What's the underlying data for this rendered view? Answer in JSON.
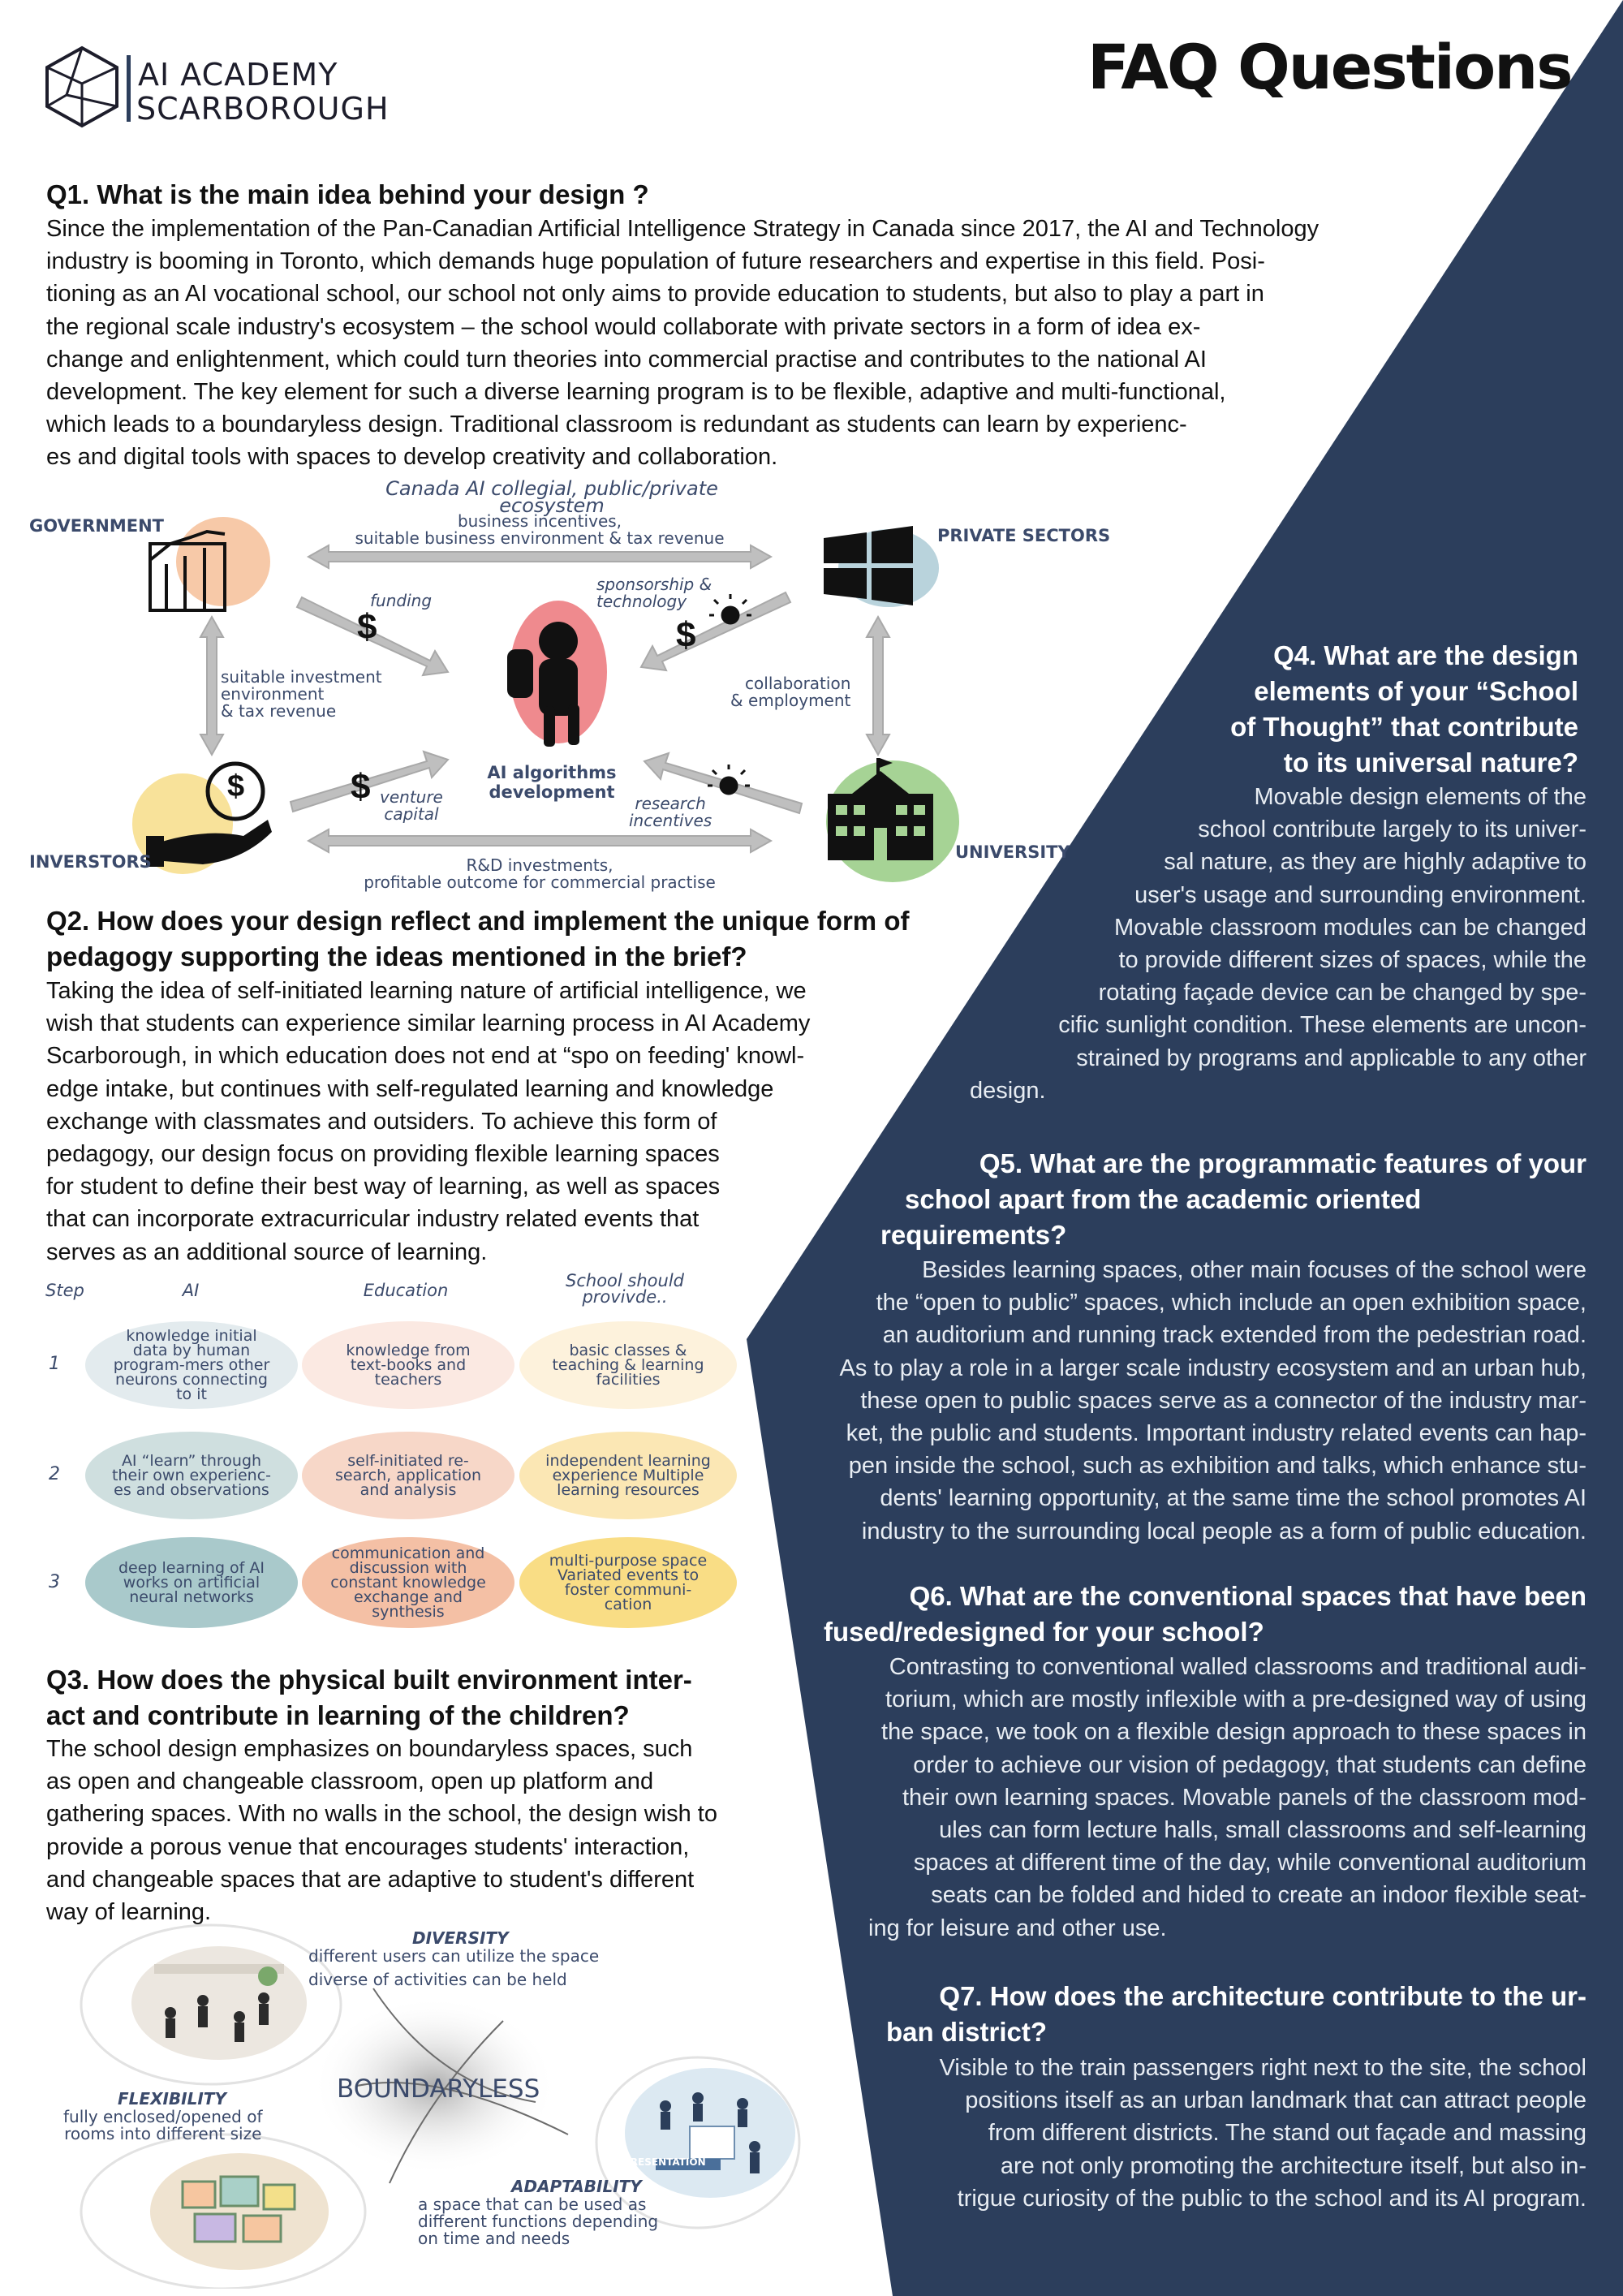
{
  "header": {
    "logo_line1": "AI  ACADEMY",
    "logo_line2": "SCARBOROUGH",
    "title": "FAQ Questions"
  },
  "colors": {
    "navy": "#2c3e5c",
    "text": "#111111",
    "diagram_text": "#3b4a6b"
  },
  "q1": {
    "question": "Q1. What is the main idea behind your design ?",
    "lines": [
      "Since the implementation of the Pan-Canadian Artificial Intelligence Strategy in Canada since 2017, the AI and Technology",
      "industry is booming in Toronto, which demands huge population of future researchers and expertise in this field. Posi-",
      "tioning as an AI vocational school, our school not only aims to provide education to students, but also to play a part in",
      "the regional scale industry's ecosystem – the school would collaborate with private sectors in a form of idea ex-",
      "change and enlightenment, which could turn theories into commercial practise and contributes to the national AI",
      "development. The key element for such a diverse learning program is to be flexible, adaptive and multi-functional,",
      "which leads to a boundaryless design. Traditional classroom is redundant as students can learn by experienc-",
      "es and digital tools with spaces to develop creativity and collaboration."
    ]
  },
  "ecosystem": {
    "title": "Canada AI collegial, public/private ecosystem",
    "government": "GOVERNMENT",
    "private": "PRIVATE SECTORS",
    "investors": "INVERSTORS",
    "university": "UNIVERSITY",
    "center1": "AI algorithms",
    "center2": "development",
    "top1": "business incentives,",
    "top2": "suitable business environment & tax revenue",
    "bottom1": "R&D investments,",
    "bottom2": "profitable outcome for commercial practise",
    "left1": "suitable investment",
    "left2": "environment",
    "left3": "& tax revenue",
    "right1": "collaboration",
    "right2": "& employment",
    "funding": "funding",
    "sponsor1": "sponsorship &",
    "sponsor2": "technology",
    "venture1": "venture",
    "venture2": "capital",
    "research1": "research",
    "research2": "incentives",
    "dollar": "$"
  },
  "q2": {
    "question_line1": "Q2. How does your design reflect and implement the unique form of",
    "question_line2": "pedagogy supporting the ideas mentioned in the brief?",
    "lines": [
      "Taking the idea of self-initiated learning nature of artificial intelligence, we",
      "wish that students can experience similar learning process in AI Academy",
      "Scarborough, in which education does not end at “spo on feeding' knowl-",
      "edge intake, but continues with self-regulated learning and knowledge",
      "exchange with classmates and outsiders. To achieve this form of",
      "pedagogy, our design focus on providing flexible learning spaces",
      "for student to define their best way of learning, as well as spaces",
      "that can incorporate extracurricular industry related events that",
      "serves as an additional source of learning."
    ]
  },
  "steps_table": {
    "head_step": "Step",
    "head_ai": "AI",
    "head_edu": "Education",
    "head_school1": "School  should",
    "head_school2": "provivde..",
    "rows": [
      {
        "n": "1",
        "ai": "knowledge initial data by human program-mers other neurons connecting to it",
        "edu": "knowledge from text-books and teachers",
        "school": "basic classes & teaching & learning facilities"
      },
      {
        "n": "2",
        "ai": "AI “learn” through their own experienc-es and observations",
        "edu": "self-initiated re-search, application and analysis",
        "school": "independent learning experience Multiple learning resources"
      },
      {
        "n": "3",
        "ai": "deep learning of AI works on artificial neural networks",
        "edu": "communication and discussion with constant knowledge exchange and synthesis",
        "school": "multi-purpose space Variated events to foster communi-cation"
      }
    ]
  },
  "q3": {
    "question_line1": "Q3. How does the physical built environment inter-",
    "question_line2": "act and contribute in learning of the children?",
    "lines": [
      "The school design emphasizes on boundaryless spaces, such",
      "as open and changeable classroom, open up platform and",
      "gathering spaces. With no walls in the school, the design wish to",
      "provide a porous venue that encourages students' interaction,",
      "and changeable spaces that are adaptive to student's different",
      "way of learning."
    ]
  },
  "boundaryless": {
    "center": "BOUNDARYLESS",
    "diversity": "DIVERSITY",
    "diversity1": "different users can utilize the space",
    "diversity2": "diverse of activities can be held",
    "flexibility": "FLEXIBILITY",
    "flexibility1": "fully enclosed/opened of",
    "flexibility2": "rooms into different size",
    "adaptability": "ADAPTABILITY",
    "adaptability1": "a space that can be used as",
    "adaptability2": "different functions depending",
    "adaptability3": "on time and needs",
    "presentation": "PRESENTATION"
  },
  "q4": {
    "question_lines": [
      "Q4. What are the design",
      "elements of your “School",
      "of Thought” that contribute",
      "to its universal nature?"
    ],
    "lines": [
      "Movable design elements of the",
      "school contribute largely to its univer-",
      "sal nature, as they are highly adaptive to",
      "user's usage and surrounding environment.",
      "Movable classroom modules can be changed",
      "to provide different sizes of spaces, while the",
      "rotating façade device can be changed by spe-",
      "cific sunlight condition. These elements are uncon-",
      "strained by programs and applicable to any other",
      "design."
    ]
  },
  "q5": {
    "question_lines": [
      "Q5. What are the programmatic features of your",
      "school apart from the academic oriented",
      "requirements?"
    ],
    "lines": [
      "Besides learning spaces, other main focuses of the school were",
      "the “open to public” spaces, which include an open exhibition space,",
      "an auditorium and running track extended from the pedestrian road.",
      "As to play a role in a larger scale industry ecosystem and an urban hub,",
      "these open to public spaces serve as a connector of the industry mar-",
      "ket, the public and students. Important industry related events can hap-",
      "pen inside the school, such as exhibition and talks, which enhance stu-",
      "dents' learning opportunity, at the same time the school promotes AI",
      "industry to the surrounding local people as a form of public education."
    ]
  },
  "q6": {
    "question_lines": [
      "Q6. What are the conventional spaces that have been",
      "fused/redesigned for your school?"
    ],
    "lines": [
      "Contrasting to conventional walled classrooms and traditional audi-",
      "torium, which are mostly inflexible with a pre-designed way of using",
      "the space, we took on a flexible design approach to these spaces in",
      "order to achieve our vision of pedagogy, that students can define",
      "their own learning spaces. Movable panels of the classroom mod-",
      "ules can form lecture halls, small classrooms and self-learning",
      "spaces at different time of the day, while conventional auditorium",
      "seats can be folded and hided to create an indoor flexible seat-",
      "ing for leisure and other use."
    ]
  },
  "q7": {
    "question_lines": [
      "Q7. How does the architecture contribute to the ur-",
      "ban district?"
    ],
    "lines": [
      "Visible to the train passengers right next to the site, the school",
      "positions itself as an urban landmark that can attract people",
      "from different districts. The stand out façade and massing",
      "are not only promoting the architecture itself, but also in-",
      "trigue curiosity of the public to the school and its AI program."
    ]
  }
}
